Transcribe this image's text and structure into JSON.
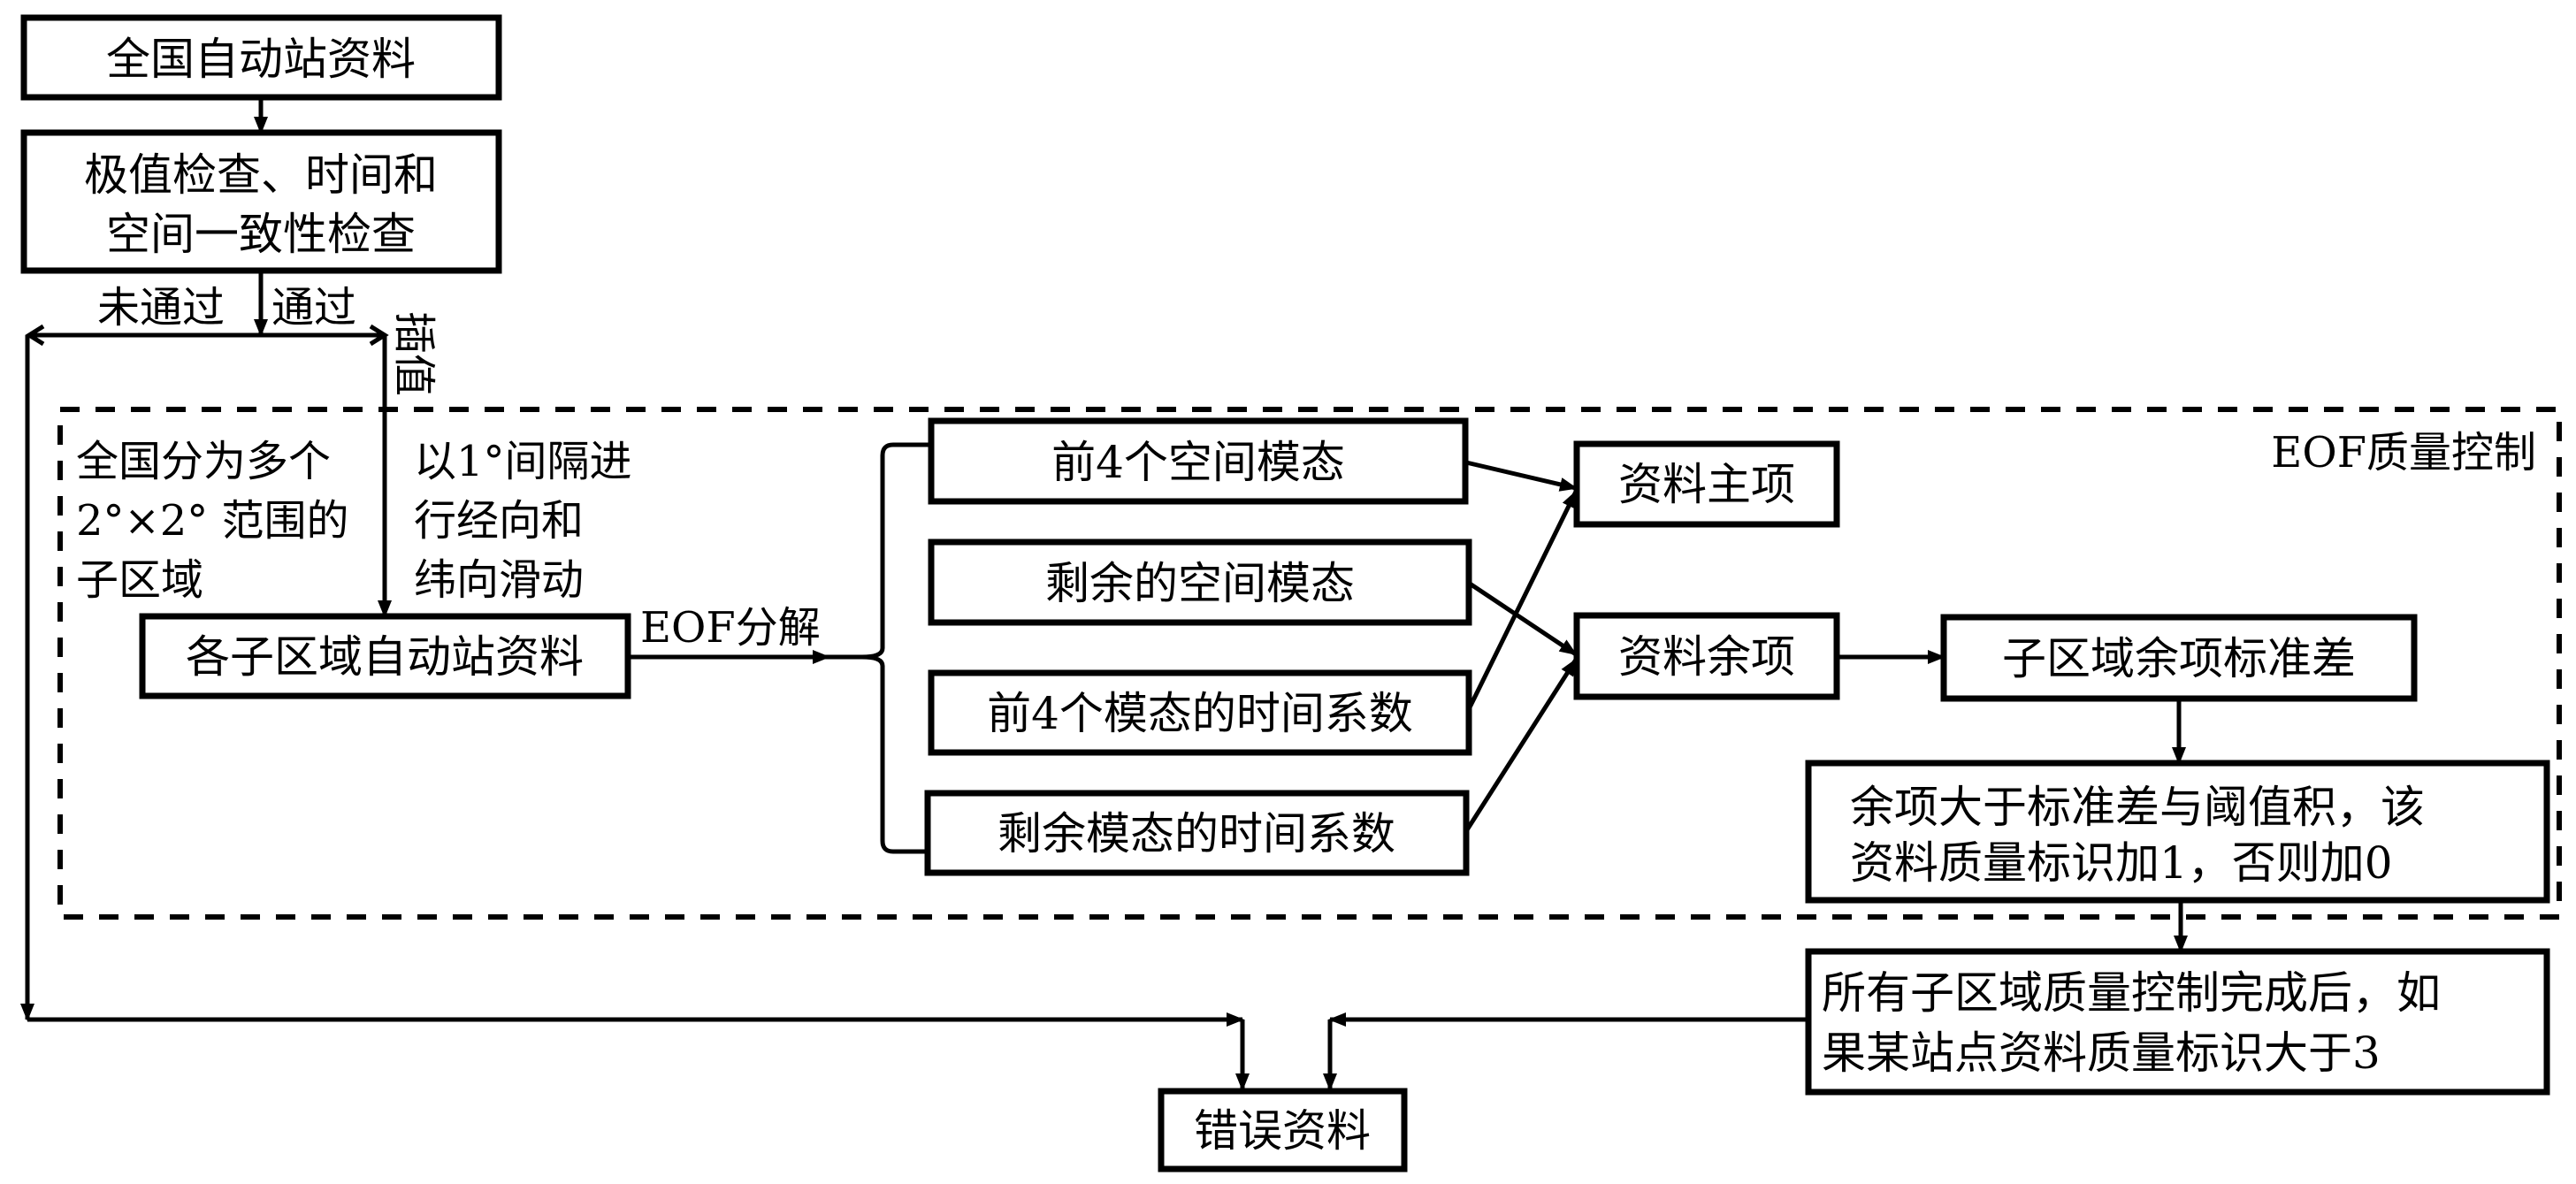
{
  "diagram": {
    "title": "EOF-based quality control flow of automatic station data",
    "group_label": "EOF质量控制",
    "nodes": {
      "national_data": "全国自动站资料",
      "checks": [
        "极值检查、时间和",
        "空间一致性检查"
      ],
      "subregion_data": "各子区域自动站资料",
      "first4_spatial": "前4个空间模态",
      "rest_spatial": "剩余的空间模态",
      "first4_temporal": "前4个模态的时间系数",
      "rest_temporal": "剩余模态的时间系数",
      "main_term": "资料主项",
      "residual_term": "资料余项",
      "residual_std": "子区域余项标准差",
      "flag_rule": [
        "余项大于标准差与阈值积，该",
        "资料质量标识加1，否则加0"
      ],
      "final_rule": [
        "所有子区域质量控制完成后，如",
        "果某站点资料质量标识大于3"
      ],
      "error_data": "错误资料"
    },
    "annotations": {
      "fail": "未通过",
      "pass": "通过",
      "interpolation": "插值",
      "subdivide": [
        "全国分为多个",
        "2°×2° 范围的",
        "子区域"
      ],
      "sliding": [
        "以1°间隔进",
        "行经向和",
        "纬向滑动"
      ],
      "eof_decomp": "EOF分解"
    }
  }
}
